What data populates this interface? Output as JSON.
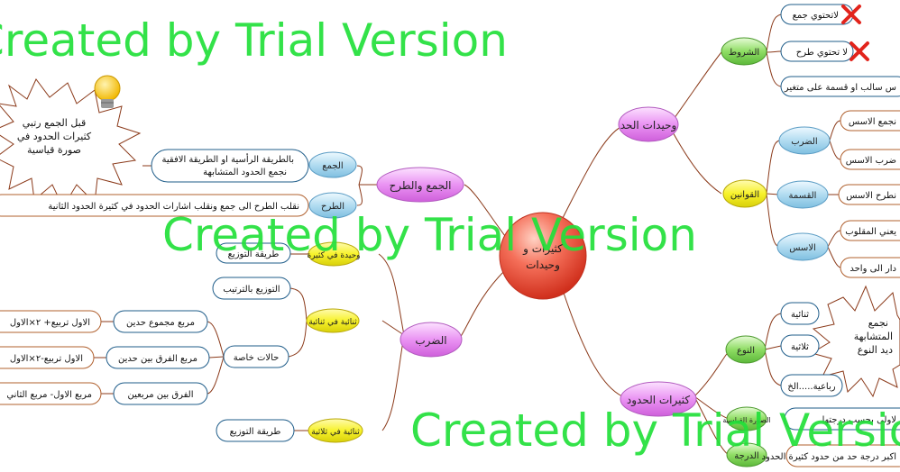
{
  "central": {
    "title": "كثيرات و وحيدات"
  },
  "branches": {
    "monomial_limits": {
      "title": "وحيدات الحد"
    },
    "polynomials": {
      "title": "كثيرات الحدود"
    },
    "add_sub": {
      "title": "الجمع والطرح"
    },
    "multiplication": {
      "title": "الضرب"
    }
  },
  "conditions": {
    "title": "الشروط",
    "items": [
      "لاتحتوي جمع",
      "لا تحتوي طرح",
      "س سالب او قسمة على متغير"
    ]
  },
  "laws": {
    "title": "القوانين",
    "multiply": {
      "title": "الضرب",
      "items": [
        "نجمع الاسس",
        "ضرب الاسس"
      ]
    },
    "divide": {
      "title": "القسمة",
      "items": [
        "نطرح الاسس"
      ]
    },
    "exponent": {
      "title": "الاسس",
      "items": [
        "يعني المقلوب",
        "دار الى واحد"
      ]
    }
  },
  "add_sub": {
    "add_label": "الجمع",
    "add_text": [
      "بالطريقة الرأسية او الطريقة الافقية",
      "نجمع الحدود المتشابهة"
    ],
    "sub_label": "الطرح",
    "sub_text": "نقلب الطرح الى جمع ونقلب اشارات الحدود في كثيرة الحدود الثانية"
  },
  "note": {
    "lines": [
      "قبل الجمع رتبي",
      "كثيرات الحدود في",
      "صورة قياسية"
    ]
  },
  "multiplication": {
    "mono_poly": {
      "title": "وحيدة في كثيرة",
      "method": "طريقة التوزيع"
    },
    "binomial": {
      "title": "ثنائية في ثنائية",
      "distribution": "التوزيع بالترتيب",
      "special": "حالات خاصة",
      "cases": [
        {
          "name": "مربع مجموع حدين",
          "rule": "الاول تربيع+ ٢×الاول"
        },
        {
          "name": "مربع الفرق بين حدين",
          "rule": "الاول تربيع-٢×الاول"
        },
        {
          "name": "الفرق بين مربعين",
          "rule": "مربع الاول- مربع الثاني"
        }
      ]
    },
    "trinomial": {
      "title": "ثنائية في ثلاثية",
      "method": "طريقة التوزيع"
    }
  },
  "type": {
    "title": "النوع",
    "items": [
      "ثنائية",
      "ثلاثية",
      "رباعية.....الخ"
    ],
    "note": [
      "نجمع",
      "المتشابهة",
      "ديد النوع"
    ]
  },
  "standard_form": {
    "title": "الصورة القياسية",
    "text": "لاولى بحسب درجتها"
  },
  "degree": {
    "title": "الدرجة",
    "text": "اكبر درجة حد من حدود كثيرة الحدود"
  },
  "watermarks": [
    "Created by Trial Version",
    "Created by Trial Version",
    "Created by Trial Version"
  ],
  "colors": {
    "central": "#f2503a",
    "branch": "#e98ef2",
    "green": "#7ed95a",
    "yellow": "#f4f02a",
    "blue": "#a9d8ee",
    "connector": "#8b3a1a",
    "watermark": "#22e03a"
  },
  "icons": [
    "lightbulb-icon",
    "cross-icon"
  ]
}
